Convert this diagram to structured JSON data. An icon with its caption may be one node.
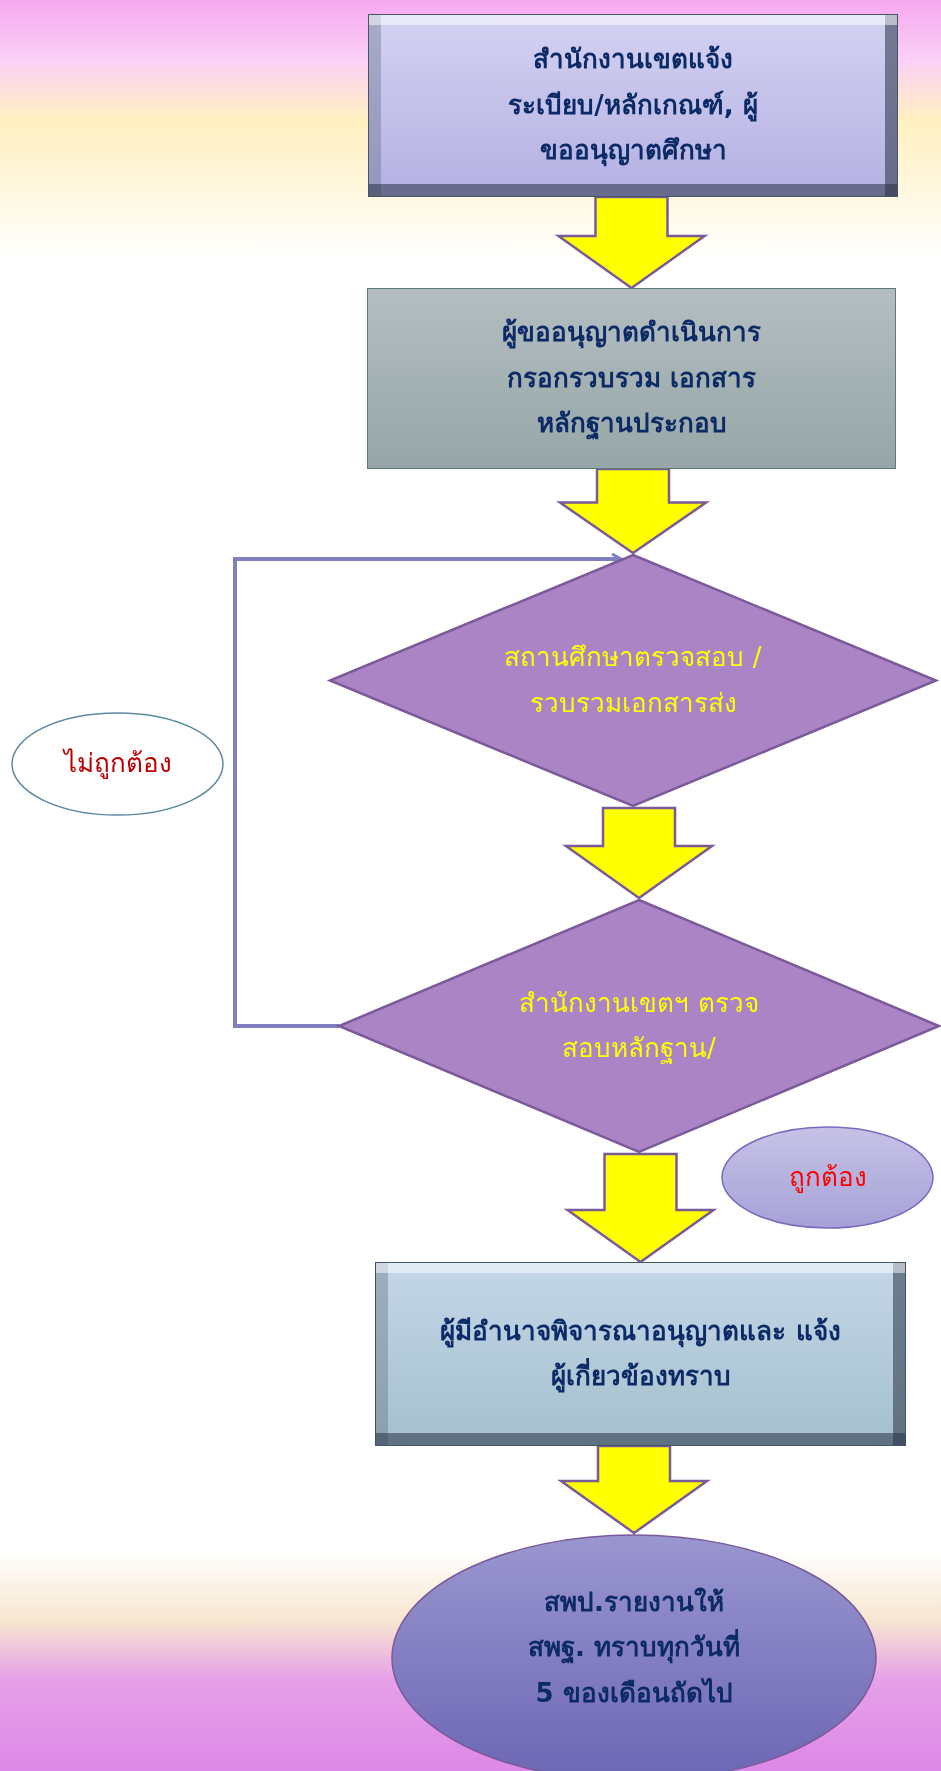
{
  "diagram": {
    "nodes": [
      {
        "text": [
          "สำนักงานเขตแจ้ง ระเบียบ/หลักเกณฑ์, ผู้ขออนุญาตศึกษา"
        ]
      },
      {
        "text": [
          "ผู้ขออนุญาตดำเนินการ กรอกรวบรวม เอกสารหลักฐานประกอบ"
        ]
      },
      {
        "text": [
          "สถานศึกษาตรวจสอบ /รวบรวมเอกสารส่ง"
        ]
      },
      {
        "text": [
          "ไม่ถูกต้อง"
        ]
      },
      {
        "text": [
          "สำนักงานเขตฯ ตรวจสอบหลักฐาน/"
        ]
      },
      {
        "text": [
          "ถูกต้อง"
        ]
      },
      {
        "text": [
          "ผู้มีอำนาจพิจารณาอนุญาตและ แจ้งผู้เกี่ยวข้องทราบ"
        ]
      },
      {
        "text": [
          "สพป.รายงานให้ สพฐ. ทราบทุกวันที่ 5 ของเดือนถัดไป"
        ]
      }
    ],
    "edges": [
      {
        "from": 0,
        "to": 1,
        "arrow": "to",
        "style": "thick"
      },
      {
        "from": 1,
        "to": 2,
        "arrow": "to",
        "style": "thick"
      },
      {
        "from": 2,
        "to": 4,
        "arrow": "to",
        "style": "thick"
      },
      {
        "from": 4,
        "to": 2,
        "arrow": "to",
        "color": "#8080c0"
      },
      {
        "from": 4,
        "to": 6,
        "arrow": "to",
        "style": "thick"
      },
      {
        "from": 6,
        "to": 7,
        "arrow": "to",
        "style": "thick"
      }
    ]
  }
}
